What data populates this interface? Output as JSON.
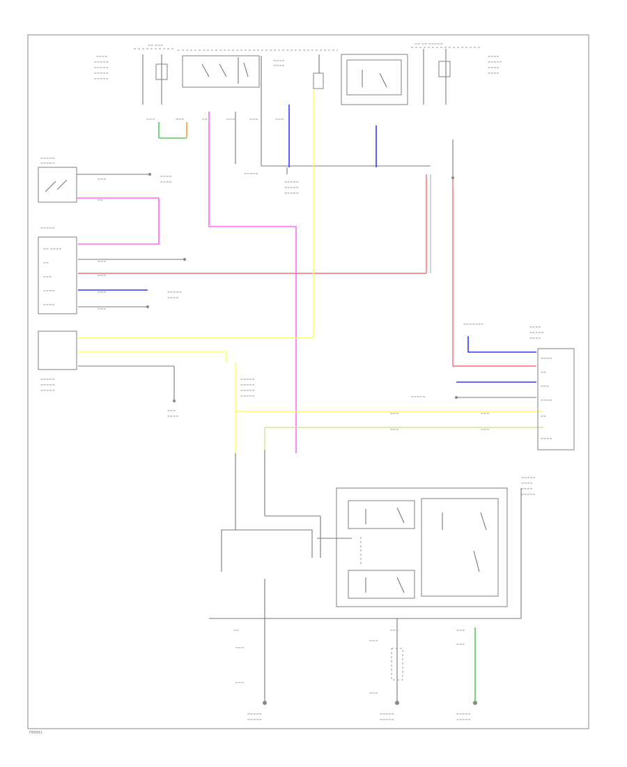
{
  "diagram": {
    "footer_code": "F89991",
    "colors": {
      "pink": "#ff66ff",
      "yellow": "#ffff66",
      "red": "#ff6b6b",
      "blue": "#3333ff",
      "green": "#55cc55",
      "orange": "#ff9933",
      "frame": "#9a9a9a"
    },
    "components": [
      "fuse-panel-top-left",
      "relay-box-top-center",
      "relay-top-right",
      "switch-left-upper",
      "control-module-left",
      "sensor-left-lower",
      "control-module-right",
      "relay-assembly-bottom-center",
      "ground-points-bottom"
    ]
  }
}
